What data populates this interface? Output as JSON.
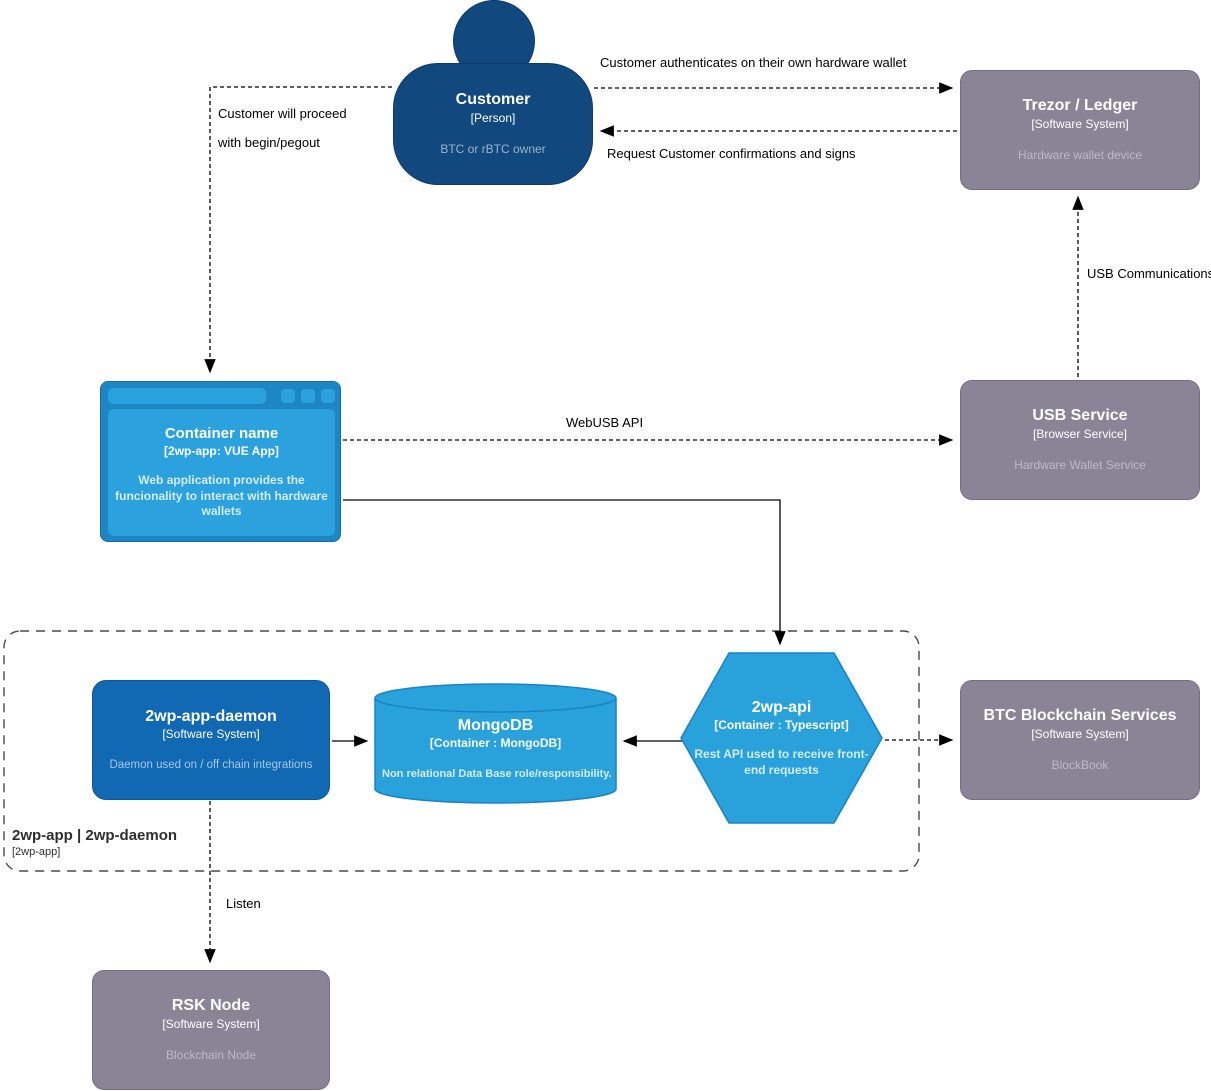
{
  "diagram": {
    "nodes": {
      "customer": {
        "title": "Customer",
        "meta": "[Person]",
        "desc": "BTC or rBTC owner"
      },
      "trezor_ledger": {
        "title": "Trezor / Ledger",
        "meta": "[Software System]",
        "desc": "Hardware wallet device"
      },
      "container_webapp": {
        "title": "Container name",
        "meta": "[2wp-app: VUE App]",
        "desc": "Web application provides the funcionality to interact with hardware wallets"
      },
      "usb_service": {
        "title": "USB Service",
        "meta": "[Browser Service]",
        "desc": "Hardware Wallet Service"
      },
      "daemon": {
        "title": "2wp-app-daemon",
        "meta": "[Software System]",
        "desc": "Daemon used on / off chain integrations"
      },
      "mongodb": {
        "title": "MongoDB",
        "meta": "[Container : MongoDB]",
        "desc": "Non relational Data Base role/responsibility."
      },
      "api": {
        "title": "2wp-api",
        "meta": "[Container : Typescript]",
        "desc": "Rest API used to receive front-end requests"
      },
      "btc_services": {
        "title": "BTC Blockchain Services",
        "meta": "[Software System]",
        "desc": "BlockBook"
      },
      "rsk_node": {
        "title": "RSK Node",
        "meta": "[Software System]",
        "desc": "Blockchain Node"
      }
    },
    "boundary": {
      "title": "2wp-app | 2wp-daemon",
      "meta": "[2wp-app]"
    },
    "edge_labels": {
      "authenticate": "Customer authenticates on their own hardware wallet",
      "confirmations": "Request Customer confirmations and signs",
      "proceed_line1": "Customer will proceed",
      "proceed_line2": "with begin/pegout",
      "usb_communications": "USB Communications",
      "webusb_api": "WebUSB API",
      "listen": "Listen"
    },
    "colors": {
      "person": "#11497E",
      "software_system_blue": "#1168B3",
      "container_lightblue": "#29A2DC",
      "browser_frame": "#1E86C3",
      "external_gray": "#8B8496",
      "edge": "#000000"
    }
  }
}
